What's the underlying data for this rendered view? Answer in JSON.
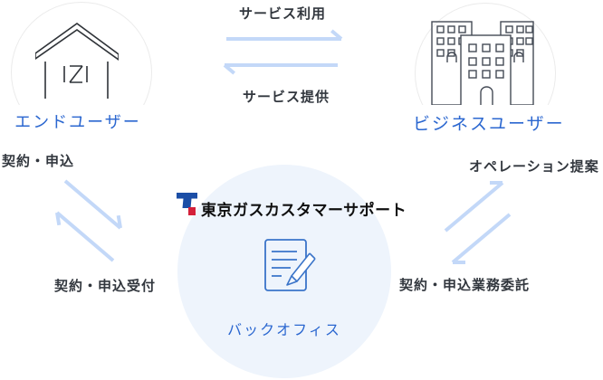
{
  "diagram": {
    "nodes": {
      "end_user": {
        "label": "エンドユーザー",
        "icon": "house-icon"
      },
      "business_user": {
        "label": "ビジネスユーザー",
        "icon": "buildings-icon"
      },
      "back_office": {
        "label": "バックオフィス",
        "company": "東京ガスカスタマーサポート",
        "icon": "document-pencil-icon",
        "logo": "tokyo-gas-logo"
      }
    },
    "flows": {
      "service_use": {
        "label": "サービス利用",
        "from": "end_user",
        "to": "business_user"
      },
      "service_provide": {
        "label": "サービス提供",
        "from": "business_user",
        "to": "end_user"
      },
      "contract_apply": {
        "label": "契約・申込",
        "from": "end_user",
        "to": "back_office"
      },
      "contract_reception": {
        "label": "契約・申込受付",
        "from": "back_office",
        "to": "end_user"
      },
      "operation_proposal": {
        "label": "オペレーション提案",
        "from": "back_office",
        "to": "business_user"
      },
      "contract_outsourcing": {
        "label": "契約・申込業務委託",
        "from": "business_user",
        "to": "back_office"
      }
    },
    "colors": {
      "node_label_blue": "#2b67d0",
      "arrow_blue": "#c3d8f8",
      "center_circle_fill": "#eef4fc",
      "flow_text_dark": "#32373e",
      "logo_blue": "#1b4ea6",
      "logo_red": "#d4203a",
      "house_icon_stroke": "#2f3338",
      "buildings_icon_stroke": "#454b56",
      "document_icon_stroke": "#3a74c9"
    }
  }
}
